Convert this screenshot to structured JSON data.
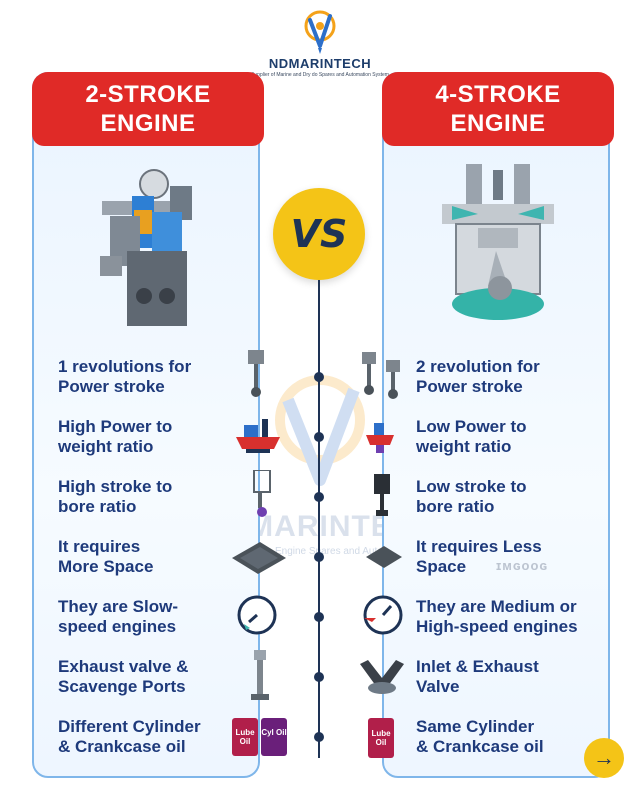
{
  "brand": {
    "name": "NDMARINTECH",
    "tagline": "Supplier of Marine and Dry do Spares and Automation System"
  },
  "left": {
    "title_line1": "2-STROKE",
    "title_line2": "ENGINE",
    "rows": [
      {
        "line1": "1 revolutions for",
        "line2": "Power stroke",
        "icon": "piston-rod-icon"
      },
      {
        "line1": "High Power to",
        "line2": "weight ratio",
        "icon": "ship-icon"
      },
      {
        "line1": "High stroke to",
        "line2": "bore ratio",
        "icon": "crank-piston-icon"
      },
      {
        "line1": "It requires",
        "line2": "More Space",
        "icon": "floor-plate-icon"
      },
      {
        "line1": "They are Slow-",
        "line2": "speed engines",
        "icon": "speedometer-low-icon"
      },
      {
        "line1": "Exhaust valve &",
        "line2": "Scavenge Ports",
        "icon": "exhaust-valve-icon"
      },
      {
        "line1": "Different Cylinder",
        "line2": "& Crankcase oil",
        "icon": "oil-cans-icon"
      }
    ],
    "oil_labels": [
      "Lube Oil",
      "Cyl Oil"
    ]
  },
  "right": {
    "title_line1": "4-STROKE",
    "title_line2": "ENGINE",
    "rows": [
      {
        "line1": "2 revolution for",
        "line2": "Power stroke",
        "icon": "twin-piston-icon"
      },
      {
        "line1": "Low Power to",
        "line2": "weight ratio",
        "icon": "small-ship-icon"
      },
      {
        "line1": "Low stroke to",
        "line2": "bore ratio",
        "icon": "short-piston-icon"
      },
      {
        "line1": "It requires Less",
        "line2": "Space",
        "icon": "small-plate-icon"
      },
      {
        "line1": "They are Medium or",
        "line2": "High-speed engines",
        "icon": "speedometer-high-icon"
      },
      {
        "line1": "Inlet & Exhaust",
        "line2": "Valve",
        "icon": "v-engine-icon"
      },
      {
        "line1": "Same Cylinder",
        "line2": "& Crankcase oil",
        "icon": "oil-can-icon"
      }
    ],
    "oil_label": "Lube Oil"
  },
  "vs_label": "VS",
  "watermark": {
    "name": "NDMARINTECH",
    "tagline": "Supplier of Marine Engine Spares and Automation System"
  },
  "overlay_text": "ɪᴍɢᴏᴏɢ",
  "next_arrow": "→",
  "colors": {
    "header_red": "#e02a27",
    "navy": "#1e3a7b",
    "vs_yellow": "#f4c417",
    "panel_border": "#7fb6ea"
  }
}
